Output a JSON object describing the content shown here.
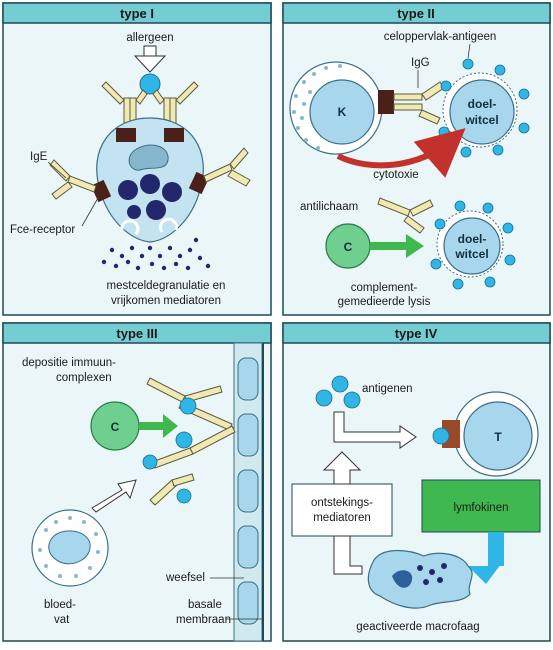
{
  "colors": {
    "panel_bg": "#eaf6f7",
    "panel_border": "#1c4a57",
    "title_band": "#74cdd3",
    "cell_blue": "#a8d6ec",
    "antigen": "#2fb6e6",
    "antibody": "#f0e9b4",
    "receptor": "#4a2119",
    "complement": "#6fcf8f",
    "arrow_red": "#c2312c",
    "lymphokine_green": "#3fb94f",
    "granule": "#23276b"
  },
  "type1": {
    "title": "type I",
    "allergen": "allergeen",
    "ige": "IgE",
    "fce_receptor": "Fce-receptor",
    "caption_line1": "mestceldegranulatie en",
    "caption_line2": "vrijkomen mediatoren"
  },
  "type2": {
    "title": "type II",
    "surface_antigen": "celoppervlak-antigeen",
    "igg": "IgG",
    "k_cell": "K",
    "target1_line1": "doel-",
    "target1_line2": "witcel",
    "cytotoxicity": "cytotoxie",
    "antibody": "antilichaam",
    "complement": "C",
    "target2_line1": "doel-",
    "target2_line2": "witcel",
    "lysis_line1": "complement-",
    "lysis_line2": "gemedieerde lysis"
  },
  "type3": {
    "title": "type III",
    "deposition_line1": "depositie immuun-",
    "deposition_line2": "complexen",
    "complement": "C",
    "tissue": "weefsel",
    "vessel_line1": "bloed-",
    "vessel_line2": "vat",
    "membrane_line1": "basale",
    "membrane_line2": "membraan"
  },
  "type4": {
    "title": "type IV",
    "antigens": "antigenen",
    "t_cell": "T",
    "inflammation_line1": "ontstekings-",
    "inflammation_line2": "mediatoren",
    "lymphokines": "lymfokinen",
    "macrophage": "geactiveerde macrofaag"
  }
}
